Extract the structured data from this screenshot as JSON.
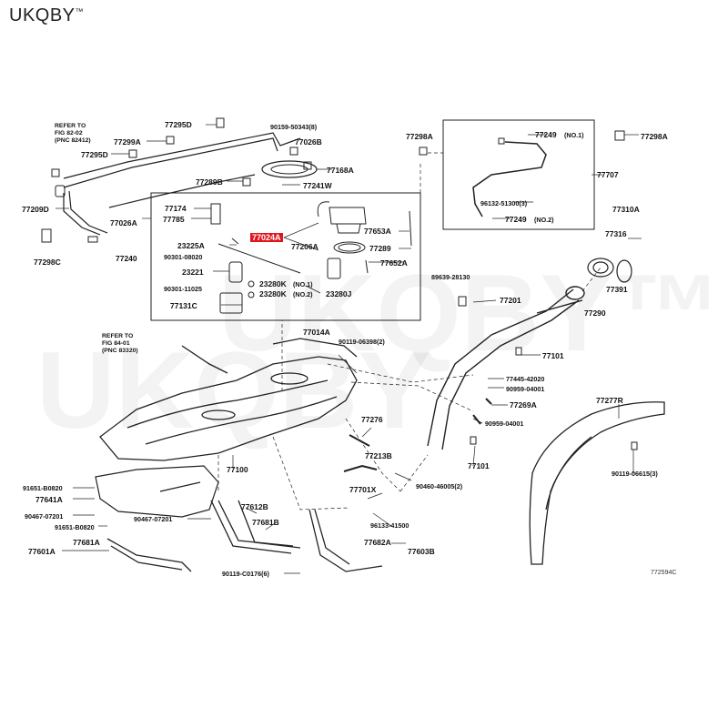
{
  "brand": {
    "name": "UKQBY",
    "mark": "™"
  },
  "watermark": {
    "line1": "UKQBY™",
    "line2": "UKQBY"
  },
  "drawing_code": "772594C",
  "notes": {
    "fig82": [
      "REFER TO",
      "FIG 82-02",
      "(PNC 82412)"
    ],
    "fig84": [
      "REFER TO",
      "FIG 84-01",
      "(PNC 83320)"
    ]
  },
  "highlight_part": "77024A",
  "labels": {
    "p77295D_top": "77295D",
    "p90159": "90159-50343(8)",
    "p77298A_l": "77298A",
    "p77249_1": "77249",
    "p77249_1_note": "(NO.1)",
    "p77298A_r": "77298A",
    "p77299A": "77299A",
    "p77295D_l": "77295D",
    "p77026B": "77026B",
    "p77168A": "77168A",
    "p77707": "77707",
    "p77289B": "77289B",
    "p77241W": "77241W",
    "p77209D": "77209D",
    "p77174": "77174",
    "p77785": "77785",
    "p96132": "96132-51300(3)",
    "p77026A": "77026A",
    "p77249_2": "77249",
    "p77249_2_note": "(NO.2)",
    "p77310A": "77310A",
    "p77316": "77316",
    "p77298C": "77298C",
    "p77206A": "77206A",
    "p77653A": "77653A",
    "p23225A": "23225A",
    "p77289": "77289",
    "p90301_08020": "90301-08020",
    "p77240": "77240",
    "p77652A": "77652A",
    "p89639": "89639-28130",
    "p77391": "77391",
    "p23221": "23221",
    "p23280K1": "23280K",
    "p23280K1_note": "(NO.1)",
    "p90301_11025": "90301-11025",
    "p23280K2": "23280K",
    "p23280K2_note": "(NO.2)",
    "p23280J": "23280J",
    "p77201": "77201",
    "p77131C": "77131C",
    "p77290": "77290",
    "p77014A": "77014A",
    "p90119_06398": "90119-06398(2)",
    "p77101_a": "77101",
    "p77445": "77445-42020",
    "p90959_a": "90959-04001",
    "p77269A": "77269A",
    "p77277R": "77277R",
    "p77276": "77276",
    "p90959_b": "90959-04001",
    "p77213B": "77213B",
    "p77101_b": "77101",
    "p77100": "77100",
    "p91651_a": "91651-B0820",
    "p90119_06615": "90119-06615(3)",
    "p77641A": "77641A",
    "p77701X": "77701X",
    "p90460": "90460-46005(2)",
    "p77612B": "77612B",
    "p90467": "90467-07201",
    "p90467_b": "90467-07201",
    "p77681B": "77681B",
    "p96133": "96133-41500",
    "p91651_b": "91651-B0820",
    "p77601A": "77601A",
    "p77681A": "77681A",
    "p77682A": "77682A",
    "p77603B": "77603B",
    "p90119_C0176": "90119-C0176(6)"
  }
}
